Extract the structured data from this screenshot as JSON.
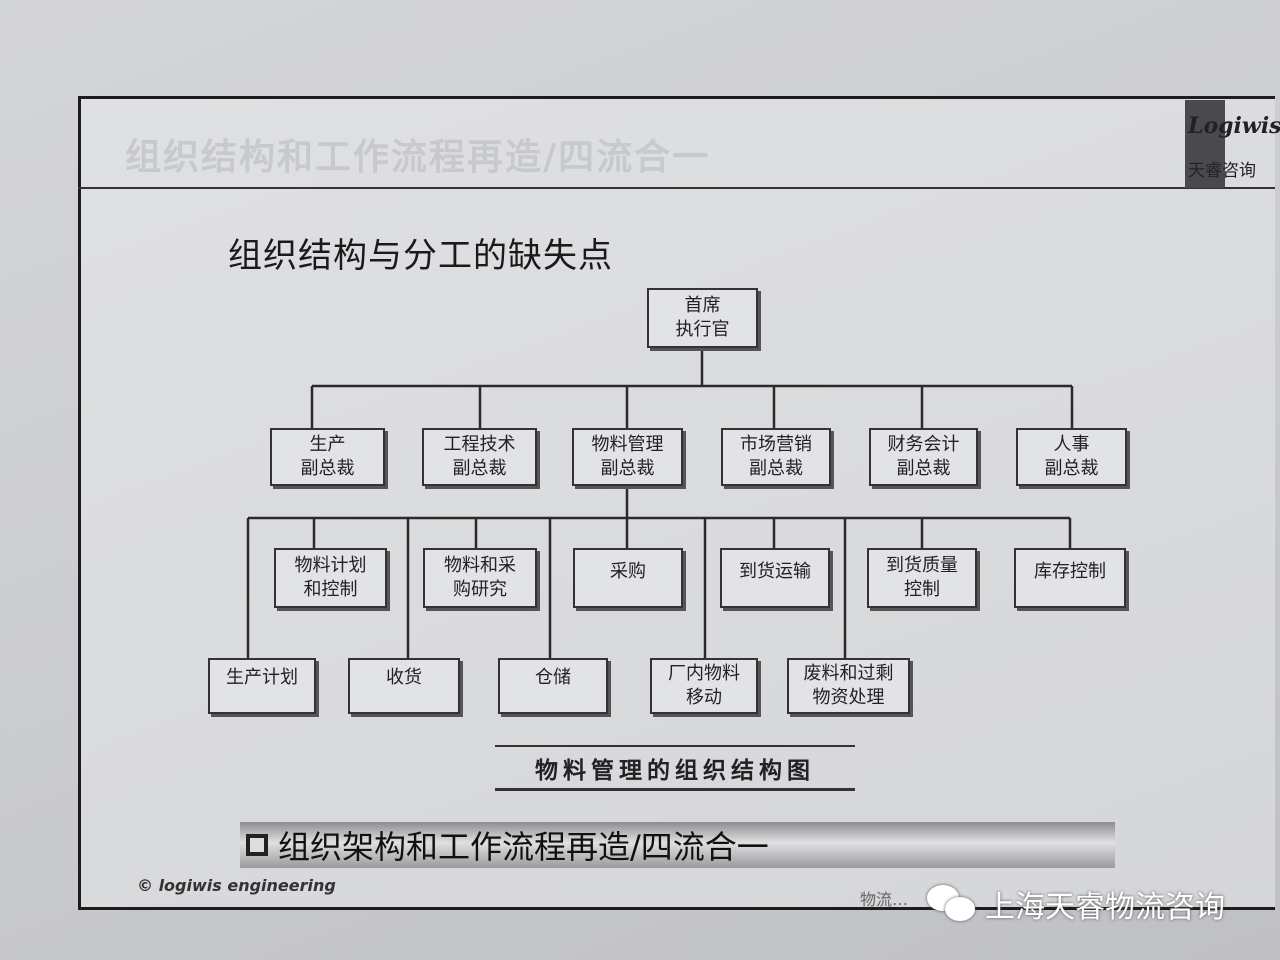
{
  "header": {
    "ghost_title": "组织结构和工作流程再造/四流合一",
    "logo_brand": "Logiwis",
    "logo_cn": "天睿咨询"
  },
  "title": "组织结构与分工的缺失点",
  "org": {
    "ceo": "首席\n执行官",
    "vps": [
      "生产\n副总裁",
      "工程技术\n副总裁",
      "物料管理\n副总裁",
      "市场营销\n副总裁",
      "财务会计\n副总裁",
      "人事\n副总裁"
    ],
    "level3": [
      "物料计划\n和控制",
      "物料和采\n购研究",
      "采购",
      "到货运输",
      "到货质量\n控制",
      "库存控制"
    ],
    "level4": [
      "生产计划",
      "收货",
      "仓储",
      "厂内物料\n移动",
      "废料和过剩\n物资处理"
    ]
  },
  "caption": "物料管理的组织结构图",
  "banner": "组织架构和工作流程再造/四流合一",
  "footer": {
    "copyright": "© logiwis engineering",
    "faint": "物流…",
    "watermark": "上海天睿物流咨询"
  }
}
